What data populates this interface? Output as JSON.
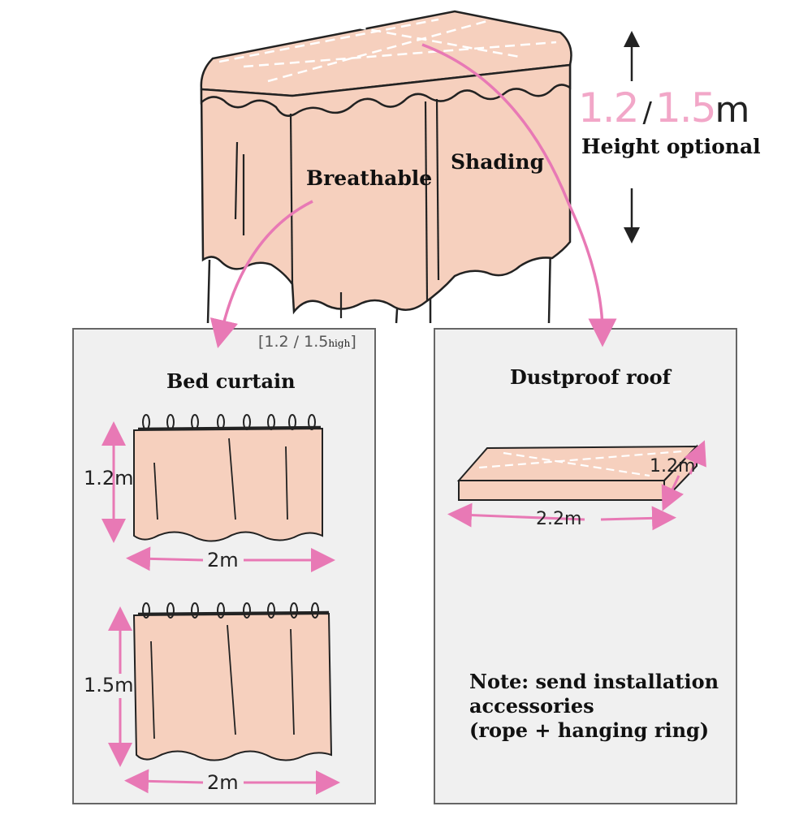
{
  "callouts": {
    "breathable": "Breathable",
    "shading": "Shading"
  },
  "height": {
    "value_a": "1.2",
    "separator": "/",
    "value_b": "1.5",
    "unit": "m",
    "caption": "Height optional"
  },
  "panel_curtain": {
    "size_note": "[1.2 / 1.5",
    "size_note_sub": "high",
    "size_note_close": "]",
    "title": "Bed curtain",
    "curtain_1": {
      "height": "1.2m",
      "width": "2m"
    },
    "curtain_2": {
      "height": "1.5m",
      "width": "2m"
    }
  },
  "panel_roof": {
    "title": "Dustproof roof",
    "depth": "1.2m",
    "width": "2.2m",
    "note_lines": [
      "Note: send installation",
      "accessories",
      "(rope + hanging ring)"
    ]
  },
  "colors": {
    "fabric": "#f6d0be",
    "accent_pink": "#e879b5",
    "height_pink": "#f2a7c8",
    "outline": "#222222",
    "panel_bg": "#f0f0f0"
  }
}
